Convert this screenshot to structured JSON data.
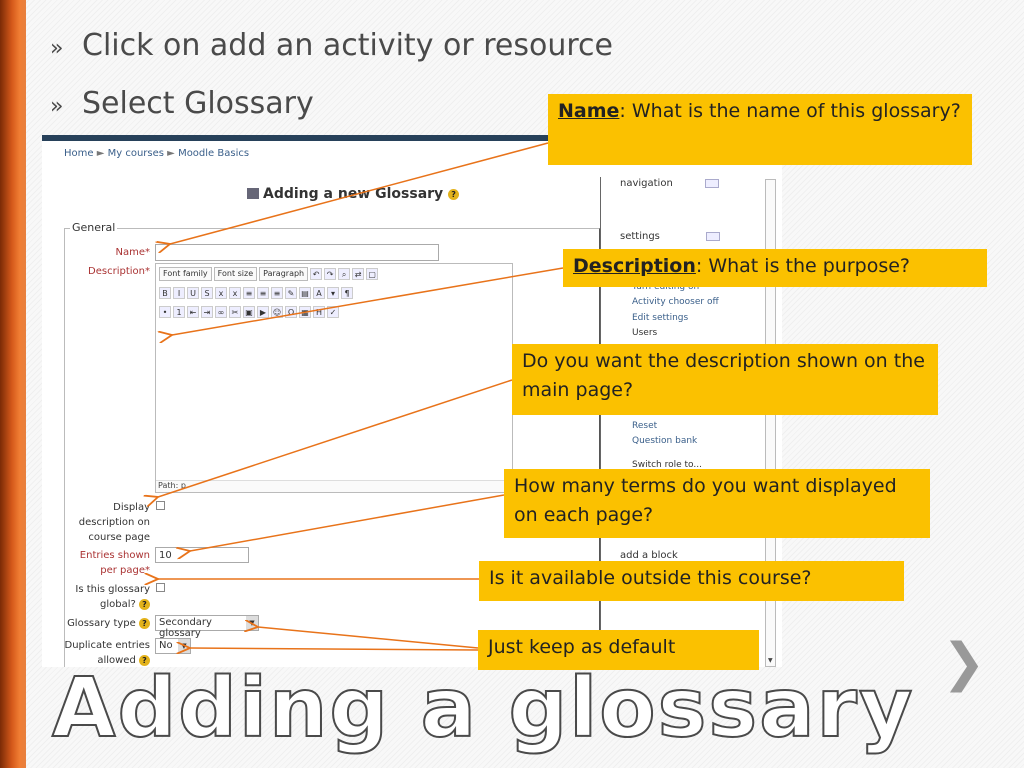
{
  "slide": {
    "bullets": [
      "Click on add an activity or resource",
      "Select Glossary"
    ],
    "bullet_marker": "»",
    "title": "Adding a glossary",
    "next_icon": "chevron-right-icon"
  },
  "screenshot": {
    "breadcrumb": [
      "Home",
      "My courses",
      "Moodle Basics"
    ],
    "breadcrumb_sep": "►",
    "heading": "Adding a new Glossary",
    "help": "?",
    "legend": "General",
    "fields": {
      "name_label": "Name*",
      "description_label": "Description*",
      "display_label": "Display description on course page",
      "entries_label": "Entries shown per page*",
      "entries_value": "10",
      "global_label": "Is this glossary global?",
      "type_label": "Glossary type",
      "type_value": "Secondary glossary",
      "duplicate_label": "Duplicate entries allowed",
      "duplicate_value": "No"
    },
    "editor": {
      "font_family": "Font family",
      "font_size": "Font size",
      "paragraph": "Paragraph",
      "path": "Path: p"
    },
    "sidebar": {
      "navigation": "navigation",
      "settings": "settings",
      "links": [
        "Turn editing on",
        "Activity chooser off",
        "Edit settings",
        "Users",
        "Reset",
        "Question bank",
        "Switch role to..."
      ],
      "add_block": "add a block"
    }
  },
  "callouts": {
    "name_strong": "Name",
    "name_rest": ": What is the name of this glossary?",
    "desc_strong": "Description",
    "desc_rest": ": What is the purpose?",
    "display": "Do you want the description shown on the main page?",
    "entries": "How many terms do you want displayed on each page?",
    "global": "Is it available outside this course?",
    "defaults": "Just keep as default"
  },
  "colors": {
    "callout": "#fbc100",
    "arrow": "#e8731a",
    "accent_bar": "#d4581a"
  }
}
